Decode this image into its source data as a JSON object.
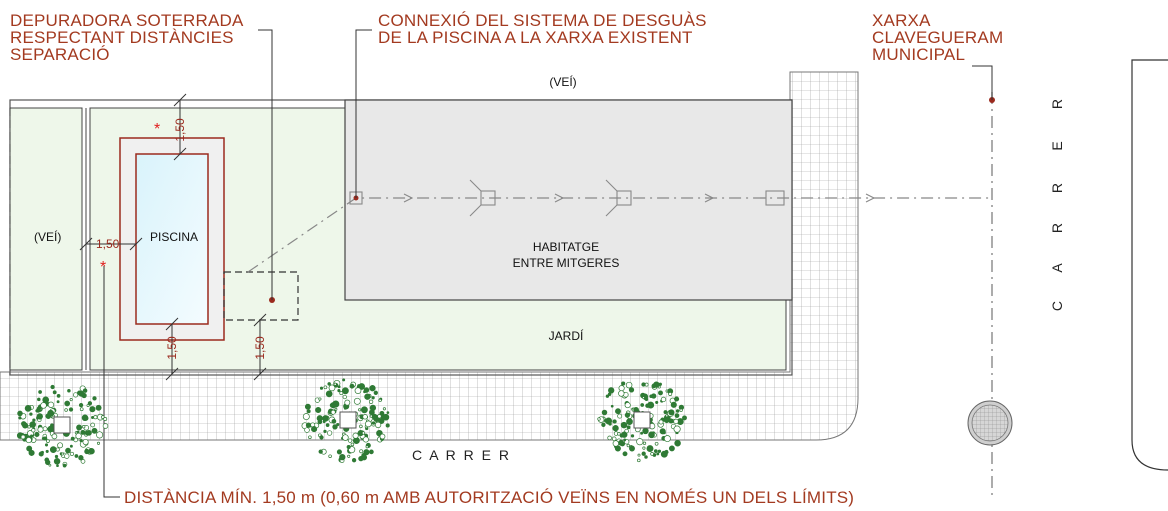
{
  "annotations": {
    "depuradora": "DEPURADORA SOTERRADA\nRESPECTANT DISTÀNCIES\nSEPARACIÓ",
    "connexio": "CONNEXIÓ DEL SISTEMA DE DESGUÀS\nDE LA PISCINA A LA XARXA EXISTENT",
    "xarxa": "XARXA\nCLAVEGUERAM\nMUNICIPAL",
    "distancia": "DISTÀNCIA MÍN. 1,50 m (0,60 m AMB AUTORITZACIÓ VEÏNS EN NOMÉS UN DELS LÍMITS)"
  },
  "labels": {
    "vei_top": "(VEÍ)",
    "vei_left": "(VEÍ)",
    "piscina": "PISCINA",
    "habitatge_1": "HABITATGE",
    "habitatge_2": "ENTRE MITGERES",
    "jardi": "JARDÍ",
    "carrer_bottom": "C A R R E R",
    "carrer_right": [
      "C",
      "A",
      "R",
      "R",
      "E",
      "R"
    ]
  },
  "dimensions": {
    "top": "1,50",
    "left": "1,50",
    "bottom_pool": "1,50",
    "bottom_depuradora": "1,50",
    "mark": "*"
  },
  "colors": {
    "annotation": "#a33a20",
    "garden": "#eef7ea",
    "house": "#e8e8e8",
    "pool_border": "#f0f0f0",
    "water": "#e8f8fc",
    "tree": "#2f7a35"
  }
}
